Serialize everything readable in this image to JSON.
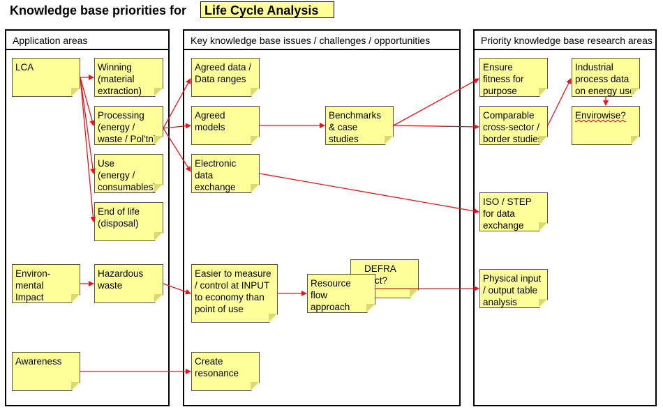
{
  "title": {
    "prefix": "Knowledge base priorities for",
    "highlight": "Life Cycle Analysis"
  },
  "panels": {
    "application": "Application areas",
    "issues": "Key knowledge base issues / challenges / opportunities",
    "research": "Priority knowledge base research areas"
  },
  "notes": {
    "lca": "LCA",
    "winning": "Winning\n(material\nextraction)",
    "processing": "Processing\n(energy /\nwaste / Pol'tn)",
    "use": "Use\n(energy /\nconsumables)",
    "end_of_life": "End of life\n(disposal)",
    "environmental_impact": "Environ-\nmental\nImpact",
    "hazardous_waste": "Hazardous\nwaste",
    "awareness": "Awareness",
    "agreed_data": "Agreed data /\nData ranges",
    "agreed_models": "Agreed\nmodels",
    "electronic_data_exchange": "Electronic\ndata\nexchange",
    "benchmarks": "Benchmarks\n& case\nstudies",
    "easier_to_measure": "Easier to measure\n/ control at INPUT\nto economy than\npoint of use",
    "resource_flow": "Resource\nflow\napproach",
    "defra": "    DEFRA\nproject?",
    "create_resonance": "Create\nresonance",
    "ensure_fitness": "Ensure\nfitness for\npurpose",
    "comparable": "Comparable\ncross-sector /\nborder studies",
    "industrial_process": "Industrial\nprocess data\non energy use",
    "envirowise": "Envirowise?",
    "iso_step": "ISO / STEP\nfor data\nexchange",
    "physical_io": "Physical input\n/ output table\nanalysis"
  },
  "colors": {
    "note_fill": "#ffff99",
    "arrow": "#e8141c",
    "border": "#000000"
  }
}
